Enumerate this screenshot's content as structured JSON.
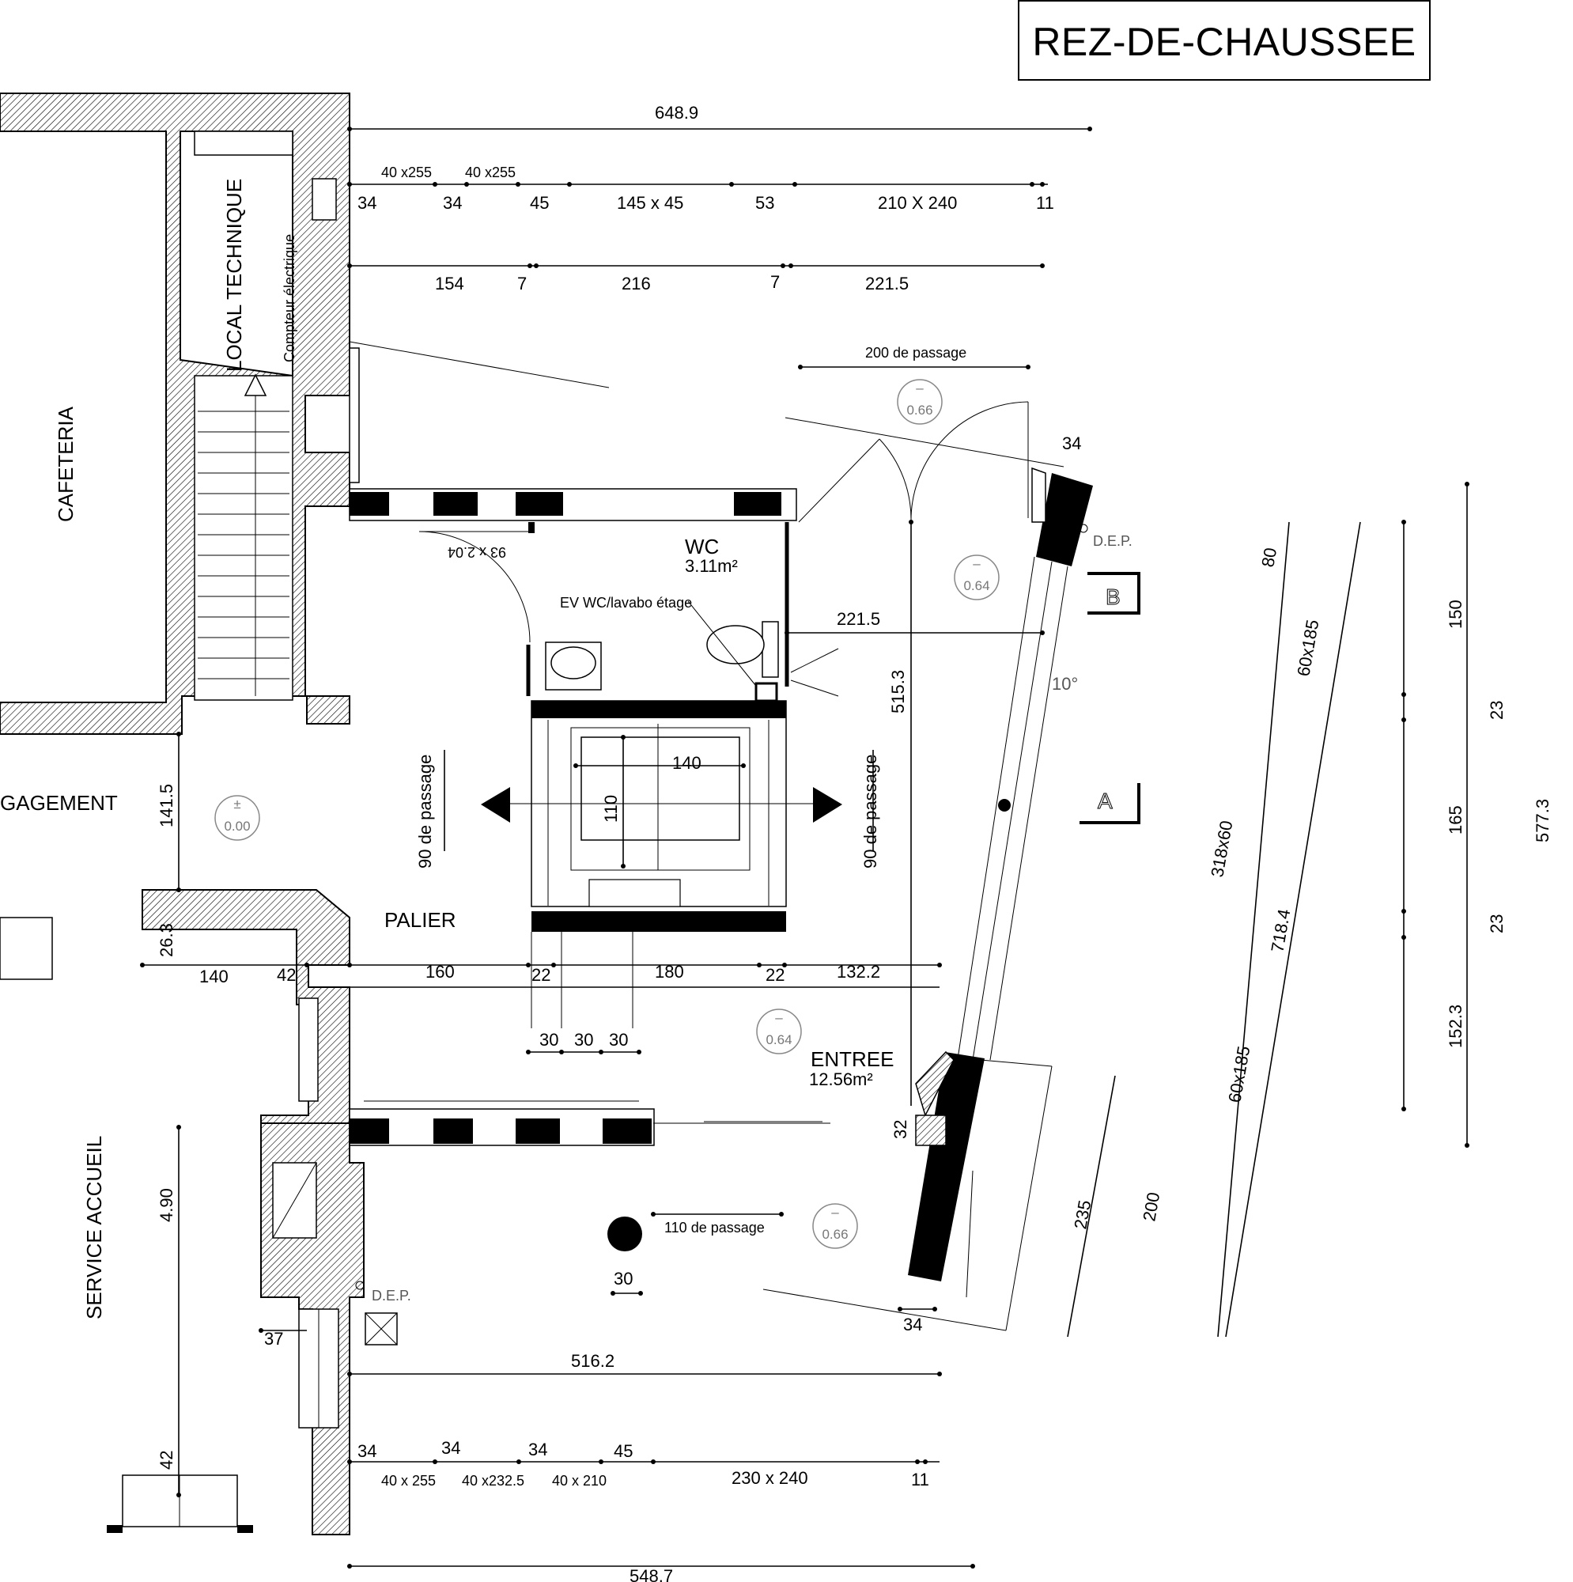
{
  "title": "REZ-DE-CHAUSSEE",
  "rooms": {
    "local_technique": "LOCAL TECHNIQUE",
    "compteur": "Compteur électrique",
    "cafeteria": "CAFETERIA",
    "degagement": "GAGEMENT",
    "palier": "PALIER",
    "service_accueil": "SERVICE ACCUEIL",
    "wc": "WC",
    "wc_area": "3.11m²",
    "ev": "EV WC/lavabo étage",
    "entree": "ENTREE",
    "entree_area": "12.56m²",
    "dep_top": "D.E.P.",
    "dep_bottom": "D.E.P.",
    "section_b": "B",
    "section_a": "A",
    "angle": "10°"
  },
  "levels": {
    "l066_top": "0.66",
    "l064_right": "0.64",
    "l000": "0.00",
    "l064_entree": "0.64",
    "l066_bottom": "0.66",
    "sign_minus": "–",
    "sign_pm": "±"
  },
  "dims_top": {
    "overall": "648.9",
    "a34": "34",
    "w1": "40 x255",
    "b34": "34",
    "w2": "40 x255",
    "c45": "45",
    "d145": "145 x 45",
    "e53": "53",
    "f210": "210 X 240",
    "g11": "11",
    "h154": "154",
    "i7": "7",
    "j216": "216",
    "k7": "7",
    "l221": "221.5",
    "passage200": "200 de passage",
    "d34": "34"
  },
  "dims_center": {
    "wc_right": "221.5",
    "v515": "515.3",
    "lift_w": "140",
    "lift_h": "110",
    "passage90_left": "90 de passage",
    "passage90_right": "90 de passage",
    "door_wc": "93 x 2.04",
    "v141": "141.5",
    "v26": "26.3",
    "r140": "140",
    "r42": "42",
    "r160": "160",
    "r22a": "22",
    "r180": "180",
    "r22b": "22",
    "r132": "132.2",
    "s30a": "30",
    "s30b": "30",
    "s30c": "30"
  },
  "dims_bottom": {
    "v32": "32",
    "passage110": "110 de passage",
    "col30": "30",
    "v490": "4.90",
    "v37": "37",
    "d34r": "34",
    "overall516": "516.2",
    "b34a": "34",
    "b34b": "34",
    "b34c": "34",
    "b45": "45",
    "w1": "40 x 255",
    "w2": "40 x232.5",
    "w3": "40 x 210",
    "w4": "230 x 240",
    "b11": "11",
    "v42": "42",
    "overall548": "548.7"
  },
  "dims_facade": {
    "f80": "80",
    "f60a": "60x185",
    "f318": "318x60",
    "f718": "718.4",
    "f60b": "60x185",
    "f235": "235",
    "f200": "200"
  },
  "dims_right": {
    "r150": "150",
    "r23a": "23",
    "r165": "165",
    "r23b": "23",
    "r152": "152.3",
    "r577": "577.3"
  }
}
